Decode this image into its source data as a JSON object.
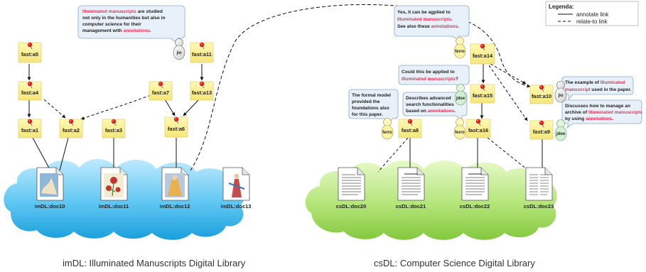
{
  "legend": {
    "title": "Legenda:",
    "annotate": "annotate link",
    "relate": "relate-to link"
  },
  "captions": {
    "left": "imDL: Illuminated Manuscripts Digital Library",
    "right": "csDL: Computer Science Digital Library"
  },
  "annotations": {
    "a5": "fast:a5",
    "a11": "fast:a11",
    "a4": "fast:a4",
    "a7": "fast:a7",
    "a13": "fast:a13",
    "a1": "fast:a1",
    "a2": "fast:a2",
    "a3": "fast:a3",
    "a6": "fast:a6",
    "a14": "fast:a14",
    "a15": "fast:a15",
    "a8": "fast:a8",
    "a9": "fast:a9",
    "a10": "fast:a10",
    "a16": "fast:a16"
  },
  "documents": {
    "im10": "imDL:doc10",
    "im11": "imDL:doc11",
    "im12": "imDL:doc12",
    "im13": "imDL:doc13",
    "cs20": "csDL:doc20",
    "cs21": "csDL:doc21",
    "cs22": "csDL:doc22",
    "cs23": "csDL:doc23"
  },
  "users": {
    "jio": "jio",
    "ferro1": "ferro",
    "jdoe1": "jdoe",
    "ferro2": "ferro",
    "ferro3": "ferro",
    "jio2": "jio",
    "jdoe2": "jdoe"
  },
  "bubbles": {
    "b1": {
      "l1a": "Illuminated manuscripts",
      "l1b": " are studied",
      "l2": "not only in the humanities but also in",
      "l3": "computer science for their",
      "l4a": "management with ",
      "l4b": "annotations",
      "l4c": "."
    },
    "b2": {
      "l1": "Yes, it can be agplied to",
      "l2a": "Illuminated manuscripts",
      "l2b": ".",
      "l3a": "See also these ",
      "l3b": "annotations",
      "l3c": "."
    },
    "b3": {
      "l1": "Could this be applied to",
      "l2a": "Illuminated manuscripts",
      "l2b": "?"
    },
    "b4": {
      "l1": "The formal model",
      "l2": "provided the",
      "l3": "foundations also",
      "l4": "for this paper."
    },
    "b5": {
      "l1": "Describes advanced",
      "l2": "search functionalities",
      "l3a": "based on ",
      "l3b": "annotations",
      "l3c": "."
    },
    "b6": {
      "l1a": "The example of ",
      "l1b": "Illuminated",
      "l2a": "manuscript",
      "l2b": " used in the paper."
    },
    "b7": {
      "l1": "Discusses how to manage an",
      "l2a": "archive of ",
      "l2b": "Illuminated manuscripts",
      "l3a": "by using ",
      "l3b": "annotations",
      "l3c": "."
    }
  }
}
